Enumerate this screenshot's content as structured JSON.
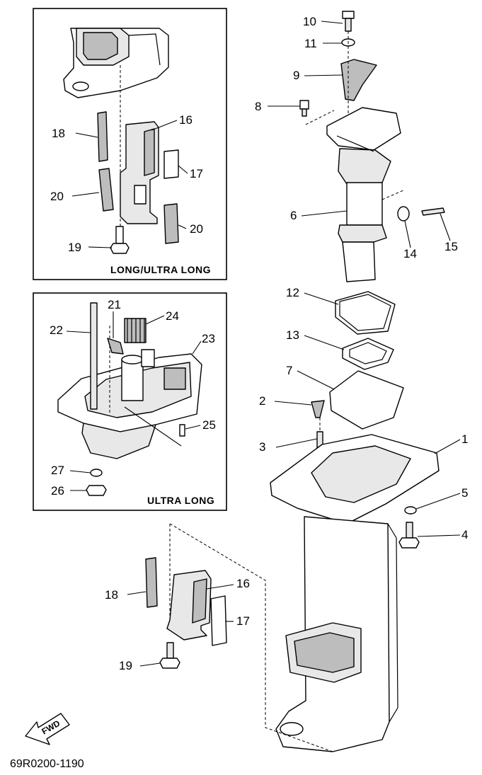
{
  "diagram_code": "69R0200-1190",
  "fwd_label": "FWD",
  "insets": {
    "long_ultra_long": {
      "title": "LONG/ULTRA LONG"
    },
    "ultra_long": {
      "title": "ULTRA LONG"
    }
  },
  "callouts": {
    "c1": "1",
    "c2": "2",
    "c3": "3",
    "c4": "4",
    "c5": "5",
    "c6": "6",
    "c7": "7",
    "c8": "8",
    "c9": "9",
    "c10": "10",
    "c11": "11",
    "c12": "12",
    "c13": "13",
    "c14": "14",
    "c15": "15",
    "i1_16": "16",
    "i1_17": "17",
    "i1_18": "18",
    "i1_19": "19",
    "i1_20a": "20",
    "i1_20b": "20",
    "i2_21": "21",
    "i2_22": "22",
    "i2_23": "23",
    "i2_24": "24",
    "i2_25": "25",
    "i2_26": "26",
    "i2_27": "27",
    "m_16": "16",
    "m_17": "17",
    "m_18": "18",
    "m_19": "19"
  }
}
